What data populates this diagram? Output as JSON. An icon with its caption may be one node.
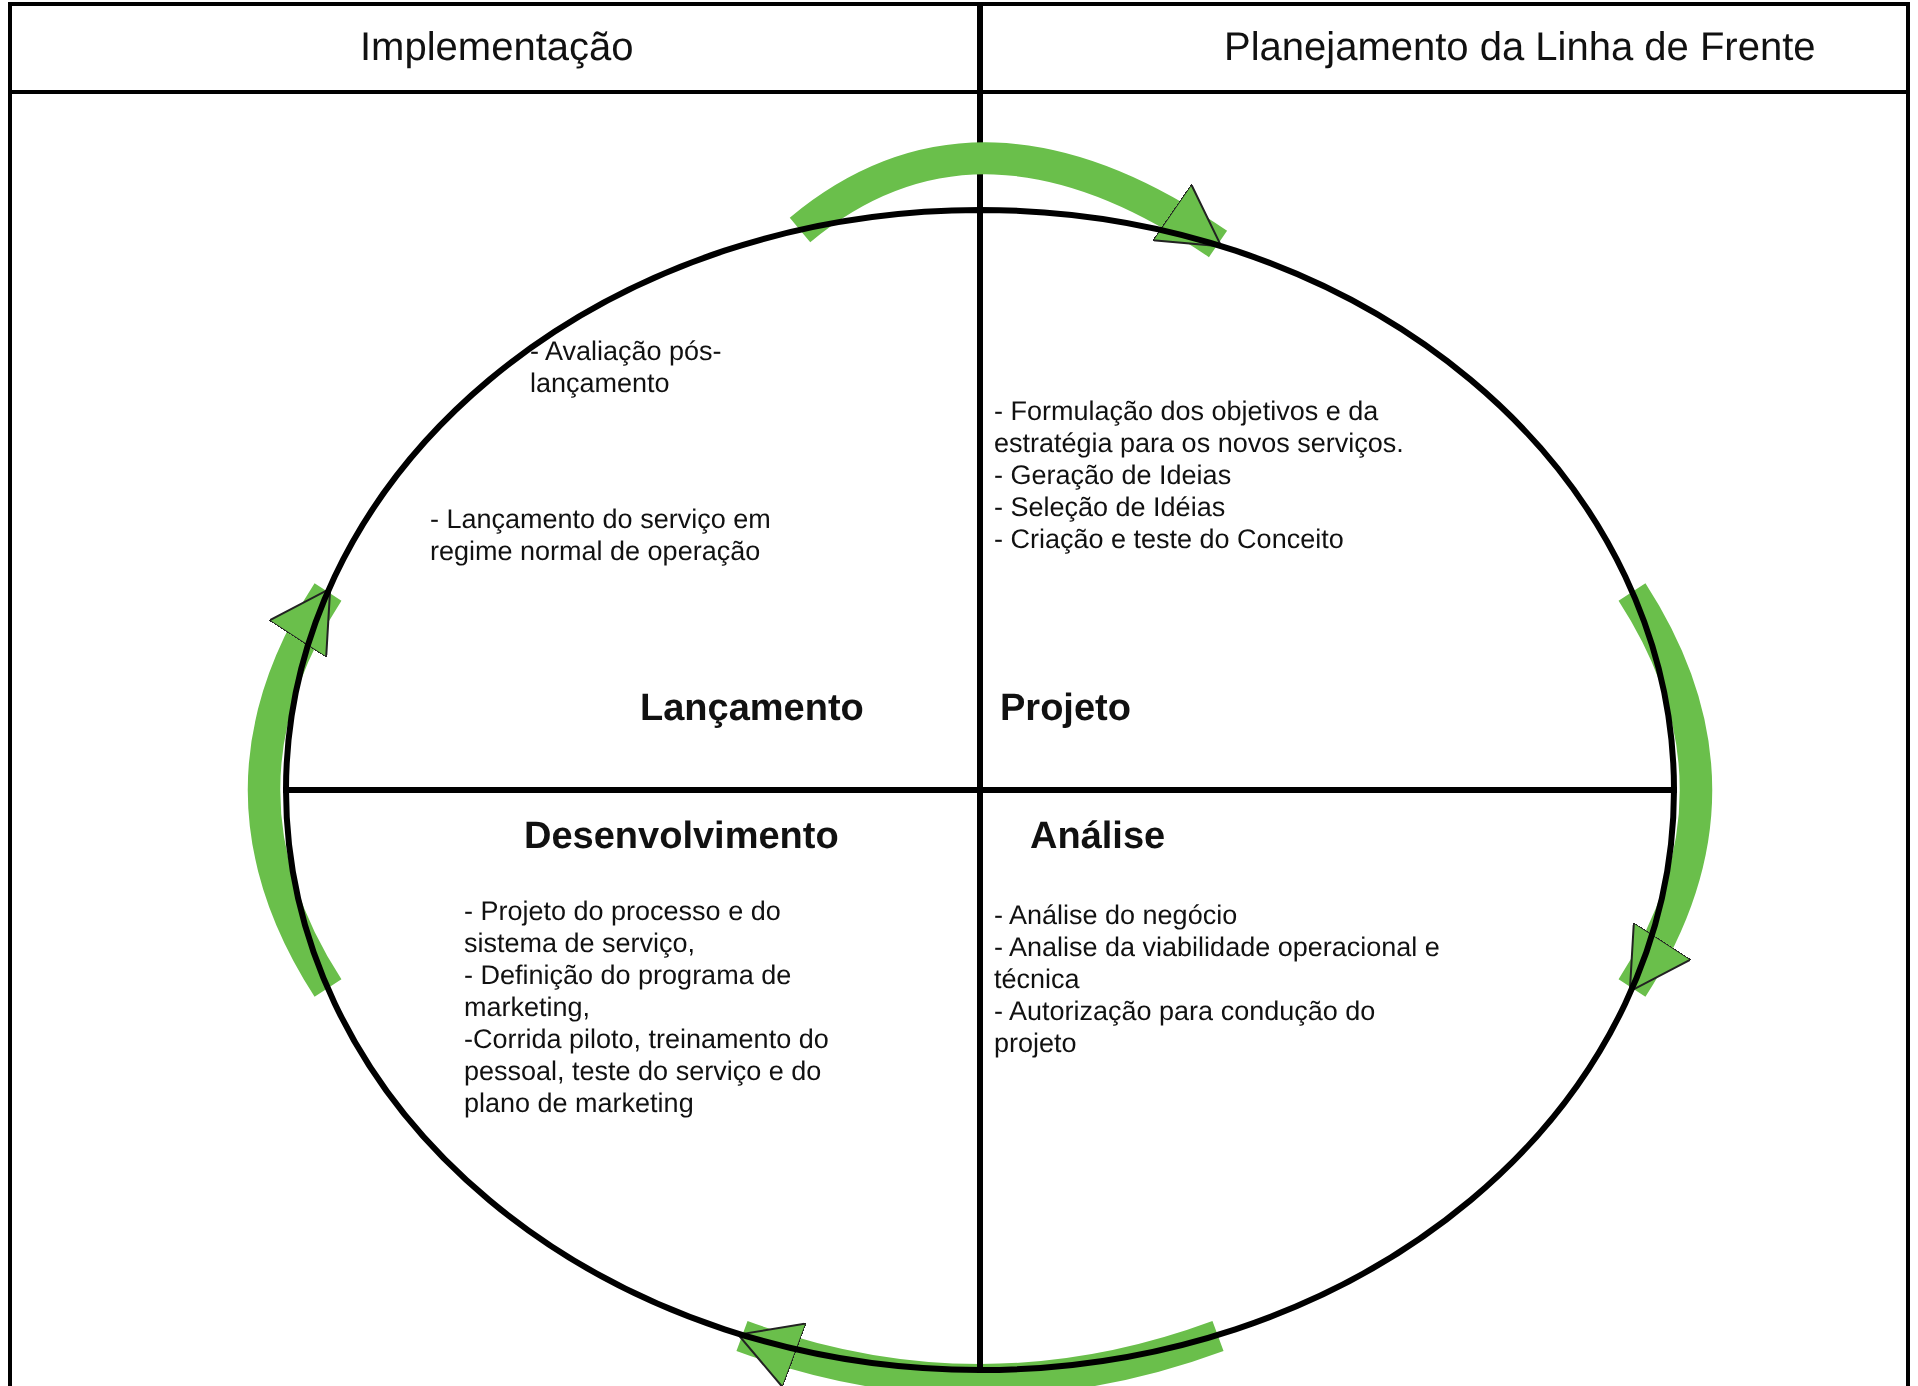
{
  "diagram": {
    "nodes": [
      {
        "text": [
          "- Avaliação pós-lançamento",
          "- Lançamento do serviço em regime normal de operação",
          "Lançamento"
        ]
      },
      {
        "text": [
          "- Formulação dos objetivos e da estratégia para os novos serviços.",
          "- Geração de Ideias",
          "- Seleção de Idéias",
          "- Criação e teste do Conceito",
          "Projeto"
        ]
      },
      {
        "text": [
          "Desenvolvimento",
          "- Projeto do processo e do sistema de serviço,",
          "- Definição do programa de marketing,",
          "-Corrida piloto, treinamento do pessoal, teste do serviço e do plano de marketing"
        ]
      },
      {
        "text": [
          "Análise",
          "- Análise do negócio",
          "- Analise da viabilidade operacional e técnica",
          "- Autorização para condução do projeto"
        ]
      }
    ],
    "edges": [
      {
        "from": 0,
        "to": 1,
        "arrow": "to"
      },
      {
        "from": 1,
        "to": 3,
        "arrow": "to"
      },
      {
        "from": 3,
        "to": 2,
        "arrow": "to"
      },
      {
        "from": 2,
        "to": 0,
        "arrow": "to"
      }
    ],
    "labels": [
      "Implementação",
      "Planejamento da Linha de Frente"
    ]
  }
}
